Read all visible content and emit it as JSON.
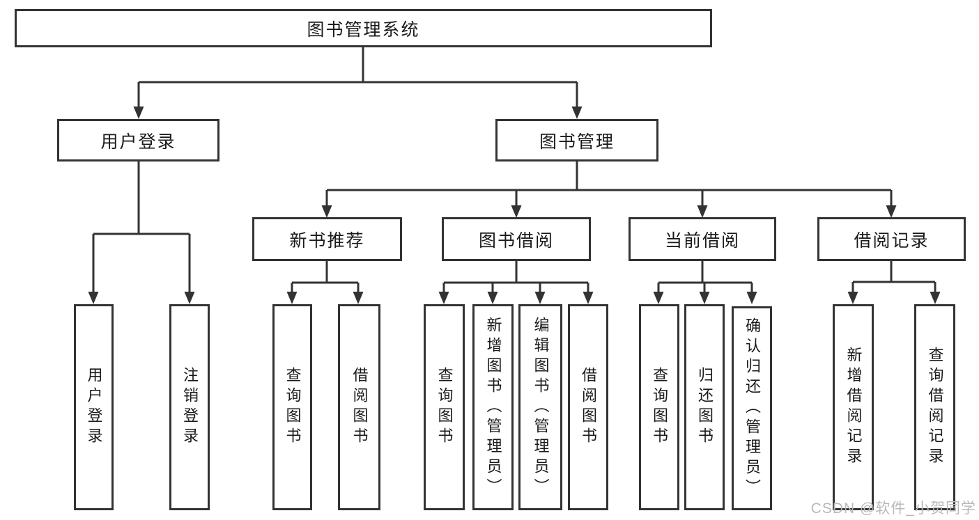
{
  "tree": {
    "root": {
      "label": "图书管理系统",
      "children": [
        {
          "label": "用户登录",
          "children": [
            {
              "label": "用户登录"
            },
            {
              "label": "注销登录"
            }
          ]
        },
        {
          "label": "图书管理",
          "children": [
            {
              "label": "新书推荐",
              "children": [
                {
                  "label": "查询图书"
                },
                {
                  "label": "借阅图书"
                }
              ]
            },
            {
              "label": "图书借阅",
              "children": [
                {
                  "label": "查询图书"
                },
                {
                  "label": "新增图书（管理员）"
                },
                {
                  "label": "编辑图书（管理员）"
                },
                {
                  "label": "借阅图书"
                }
              ]
            },
            {
              "label": "当前借阅",
              "children": [
                {
                  "label": "查询图书"
                },
                {
                  "label": "归还图书"
                },
                {
                  "label": "确认归还（管理员）"
                }
              ]
            },
            {
              "label": "借阅记录",
              "children": [
                {
                  "label": "新增借阅记录"
                },
                {
                  "label": "查询借阅记录"
                }
              ]
            }
          ]
        }
      ]
    }
  },
  "watermark": {
    "text": "CSDN @软件_小贺同学"
  },
  "colors": {
    "line": "#333333",
    "text": "#1a1a1a",
    "watermark": "#b9b9b9",
    "background": "#ffffff"
  }
}
